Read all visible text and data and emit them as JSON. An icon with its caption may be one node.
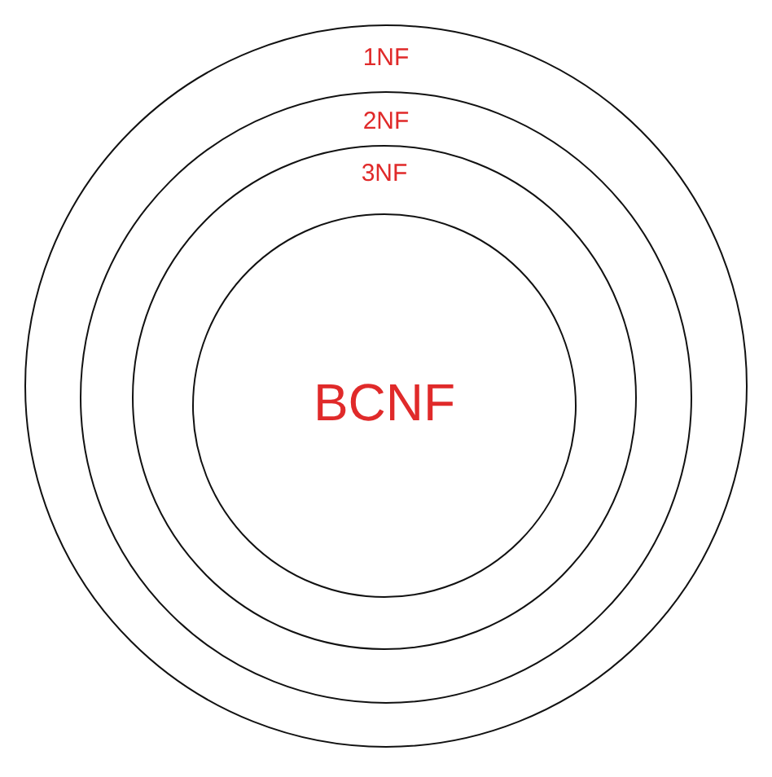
{
  "diagram": {
    "nodes": [
      {
        "text": [
          "1NF"
        ]
      },
      {
        "text": [
          "2NF"
        ],
        "in": 0
      },
      {
        "text": [
          "3NF"
        ],
        "in": 1
      },
      {
        "text": [
          "BCNF"
        ],
        "in": 2
      }
    ]
  }
}
